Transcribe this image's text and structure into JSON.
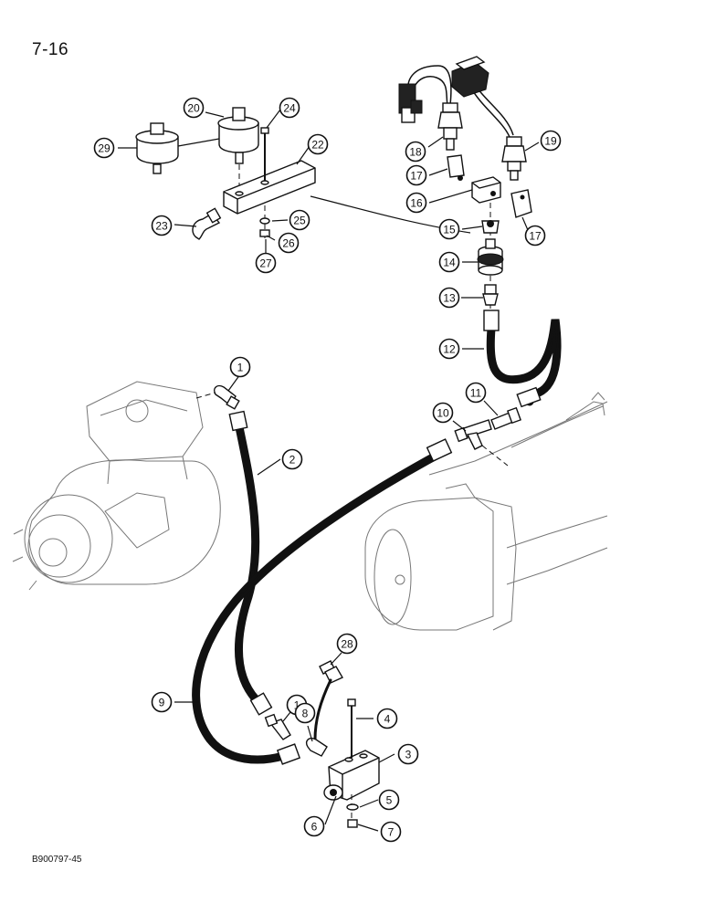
{
  "page": {
    "page_number": "7-16",
    "figure_code": "B900797-45"
  },
  "callouts": [
    {
      "id": "1a",
      "label": "1"
    },
    {
      "id": "1b",
      "label": "1"
    },
    {
      "id": "2",
      "label": "2"
    },
    {
      "id": "3",
      "label": "3"
    },
    {
      "id": "4",
      "label": "4"
    },
    {
      "id": "5",
      "label": "5"
    },
    {
      "id": "6",
      "label": "6"
    },
    {
      "id": "7",
      "label": "7"
    },
    {
      "id": "8",
      "label": "8"
    },
    {
      "id": "9",
      "label": "9"
    },
    {
      "id": "10",
      "label": "10"
    },
    {
      "id": "11",
      "label": "11"
    },
    {
      "id": "12",
      "label": "12"
    },
    {
      "id": "13",
      "label": "13"
    },
    {
      "id": "14",
      "label": "14"
    },
    {
      "id": "15",
      "label": "15"
    },
    {
      "id": "16",
      "label": "16"
    },
    {
      "id": "17a",
      "label": "17"
    },
    {
      "id": "17b",
      "label": "17"
    },
    {
      "id": "18",
      "label": "18"
    },
    {
      "id": "19",
      "label": "19"
    },
    {
      "id": "20",
      "label": "20"
    },
    {
      "id": "22",
      "label": "22"
    },
    {
      "id": "23",
      "label": "23"
    },
    {
      "id": "24",
      "label": "24"
    },
    {
      "id": "25",
      "label": "25"
    },
    {
      "id": "26",
      "label": "26"
    },
    {
      "id": "27",
      "label": "27"
    },
    {
      "id": "28",
      "label": "28"
    },
    {
      "id": "29",
      "label": "29"
    }
  ]
}
